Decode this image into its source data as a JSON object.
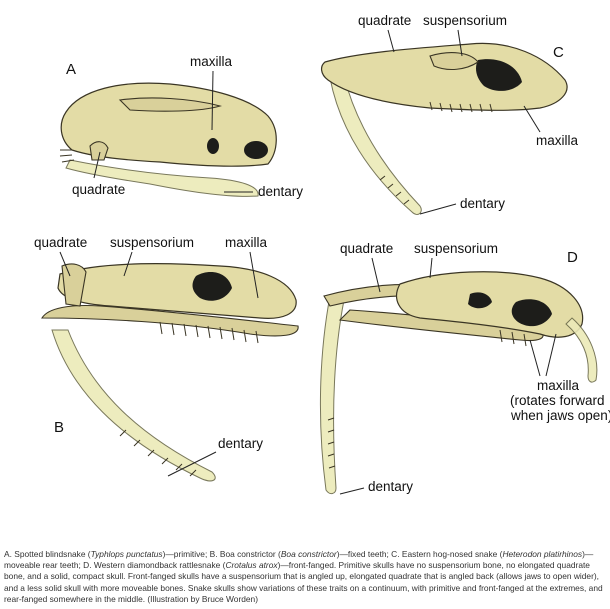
{
  "panels": {
    "A": {
      "letter": "A",
      "labels": {
        "maxilla": "maxilla",
        "quadrate": "quadrate",
        "dentary": "dentary"
      }
    },
    "B": {
      "letter": "B",
      "labels": {
        "quadrate": "quadrate",
        "suspensorium": "suspensorium",
        "maxilla": "maxilla",
        "dentary": "dentary"
      }
    },
    "C": {
      "letter": "C",
      "labels": {
        "quadrate": "quadrate",
        "suspensorium": "suspensorium",
        "maxilla": "maxilla",
        "dentary": "dentary"
      }
    },
    "D": {
      "letter": "D",
      "labels": {
        "quadrate": "quadrate",
        "suspensorium": "suspensorium",
        "maxilla": "maxilla",
        "maxilla_note_1": "(rotates forward",
        "maxilla_note_2": "when jaws open)",
        "dentary": "dentary"
      }
    }
  },
  "caption": {
    "p1": "A. Spotted blindsnake (",
    "sp1": "Typhlops punctatus",
    "p2": ")—primitive; B. Boa constrictor (",
    "sp2": "Boa constrictor",
    "p3": ")—fixed teeth; C. Eastern hog-nosed snake (",
    "sp3": "Heterodon platirhinos",
    "p4": ")—moveable rear teeth; D. Western diamondback rattlesnake (",
    "sp4": "Crotalus atrox",
    "p5": ")—front-fanged. Primitive skulls have no suspensorium bone, no elongated quadrate bone, and a solid, compact skull. Front-fanged skulls have a suspensorium that is angled up, elongated quadrate that is angled back (allows jaws to open wider), and a less solid skull with more moveable bones. Snake skulls show variations of these traits on a continuum, with primitive and front-fanged at the extremes, and rear-fanged somewhere in the middle. (Illustration by Bruce Worden)"
  }
}
